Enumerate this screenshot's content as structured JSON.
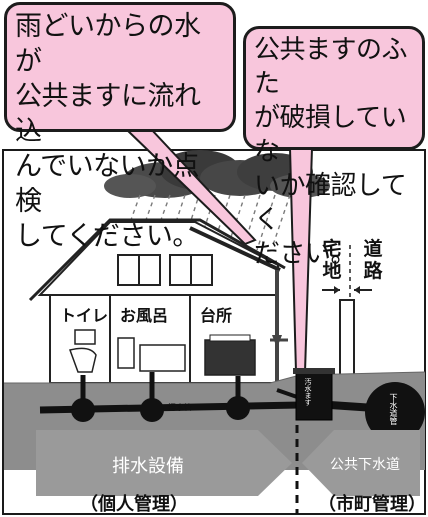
{
  "callouts": {
    "drainpipe": "雨どいからの水が\n公共ますに流れ込\nんでいないか点検\nしてください。",
    "cover": "公共ますのふた\nが破損していな\nいか確認してく\nださい。"
  },
  "boundary": {
    "private_land": "宅\n地",
    "road": "道\n路"
  },
  "rooms": {
    "toilet": "トイレ",
    "bath": "お風呂",
    "kitchen": "台所"
  },
  "pipes": {
    "sewage_pipe": "汚水管",
    "public_basin": "汚水ます",
    "sewer_main": "下水道管"
  },
  "bottom": {
    "left_arrow": "排水設備",
    "right_arrow": "公共下水道",
    "left_manager": "（個人管理）",
    "right_manager": "（市町管理）"
  },
  "colors": {
    "callout_fill": "#f8c6dc",
    "arrow_fill": "#9a9a9a",
    "ground": "#8d8d8d"
  }
}
